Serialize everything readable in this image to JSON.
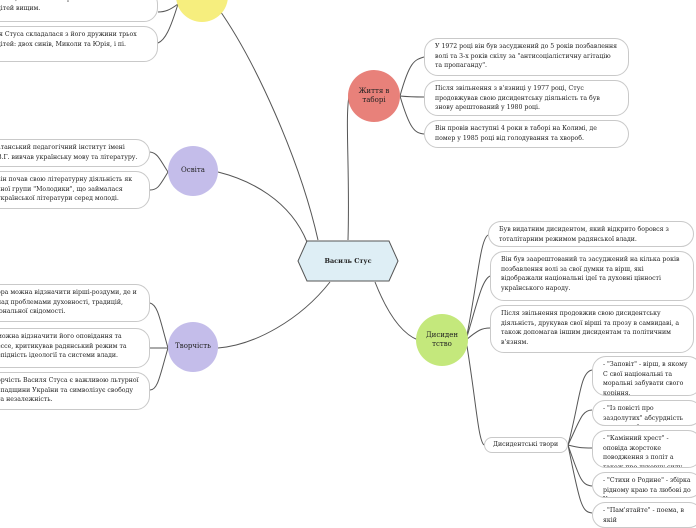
{
  "center": {
    "label": "Василь Стус"
  },
  "branches": {
    "life": {
      "label": "Життя в тaборі",
      "color": "#e8817a",
      "items": [
        "У 1972 році він був засуджений до 5 років позбавлення волі та 3-х років скілу за \"антисоціалістичну агітацію та пропаганду\".",
        "Після звільнення з в'язниці у 1977 році, Стус продовжував свою дисидентську діяльність та був знову арештований у 1980 році.",
        "Він провів наступні 4 роки в таборі на Колимі, де помер у 1985 році від голодування та хвороб."
      ]
    },
    "dissident": {
      "label": "Дисиден тство",
      "color": "#c4e87c",
      "items": [
        "Був видатним дисидентом, який відкрито боровся з тоталітарним режимом радянської влади.",
        "Він був заарештований та засуджений на кілька років позбавлення волі за свої думки та вірш, які відображали національні ідеї та духовні цінності українського народу.",
        "Після звільнення продовжив свою дисидентську діяльність, друкував свої вірші та прозу в самвидаві, а також допомагав іншим дисидентам та політичним в'язням."
      ],
      "works_label": "Дисидентські твори",
      "works": [
        "- \"Заповіт\" - вірш, в якому С свої національні та моральні забувати свого коріння.",
        "- \"Із повісті про заздолутих\" абсурдність радянської влади",
        "- \"Камінний хрест\" - оповіда жорстоке поводження з політ а також про духовну силу та",
        "- \"Стихи о Родине\" - збірка рідному краю та любові до У",
        "- \"Пам'ятайте\" - поема, в якій"
      ]
    },
    "education": {
      "label": "Освіта",
      "color": "#c4bdea",
      "items": [
        "атанський педагогічний інститут імені В.Г. вивчав українську мову та літературу.",
        "він почав свою літературну діяльність як ьної групи \"Молодики\", що займалася української літератури серед молоді."
      ]
    },
    "creativity": {
      "label": "Творчість",
      "color": "#c4bdea",
      "items": [
        "ора можна відзначити вірші-роздуми, де и над проблемами духовності, традицій, іональної свідомості.",
        "можна відзначити його оповідання та ессе, критикував радянський режим та епідність ідеології та системи влади.",
        "орчість Василя Стуса є важливою льтурної спадщини України та символізує свободу та незалежність."
      ]
    },
    "family": {
      "color": "#f6ee7e",
      "items": [
        "сімно, але батьки старалися забезпечити дітей вищим.",
        "ія Стуса складалася з його дружини трьох дітей: двох синів, Миколи та Юрія, і пі."
      ]
    }
  }
}
